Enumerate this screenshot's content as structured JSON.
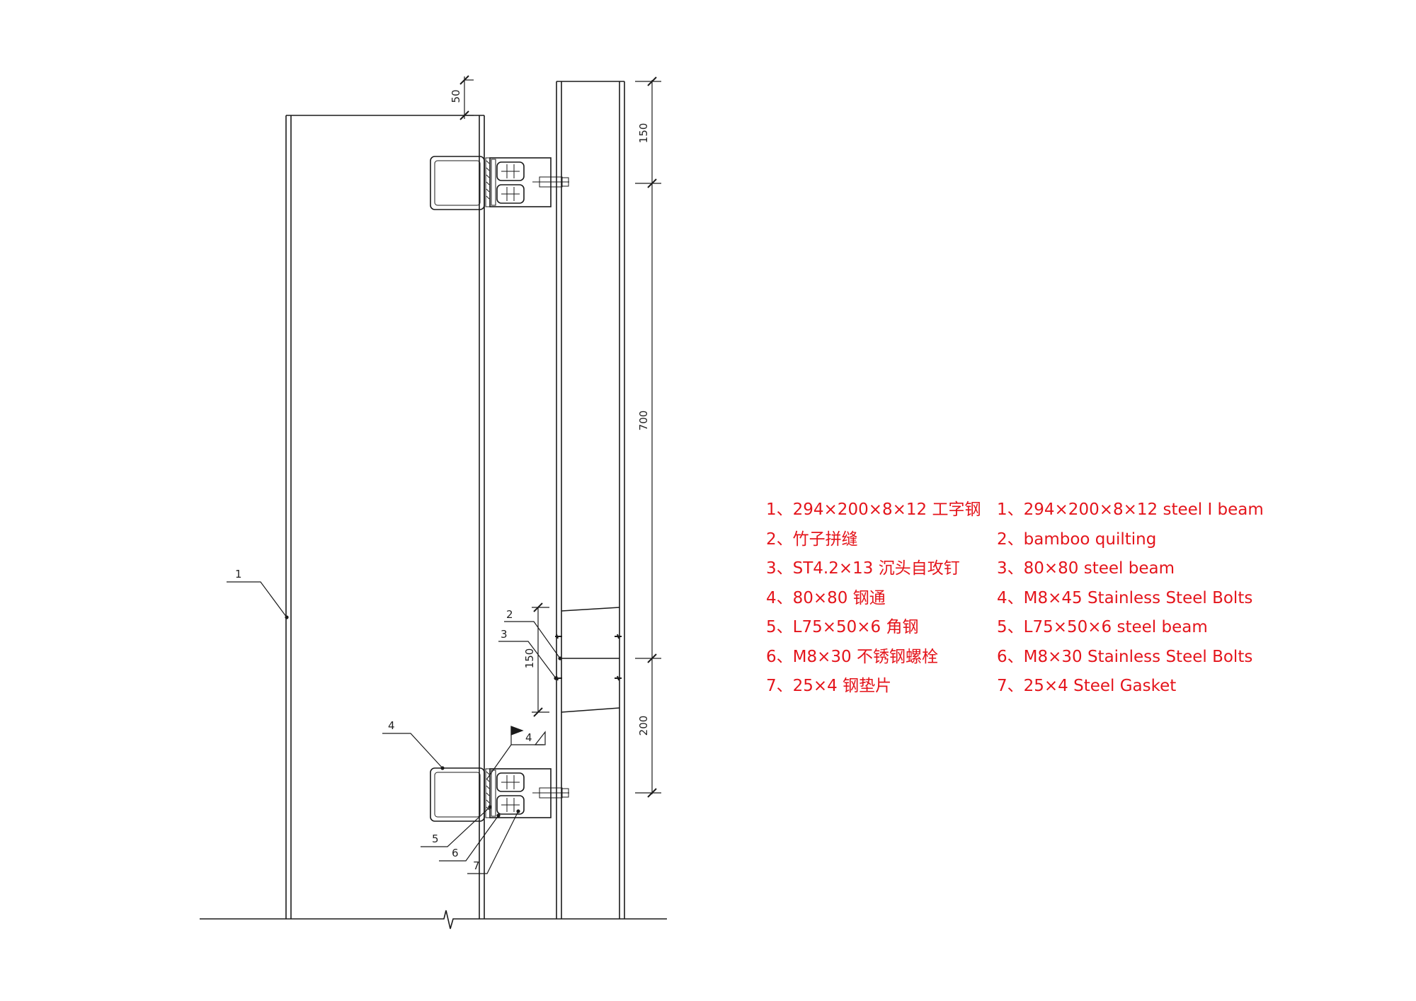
{
  "colors": {
    "line": "#1a1a1a",
    "legend": "#e4141b"
  },
  "dimensions": {
    "right": [
      {
        "label": "150"
      },
      {
        "label": "700"
      },
      {
        "label": "200"
      }
    ],
    "top_gap": "50",
    "joint_spacing": "150"
  },
  "callouts": [
    "1",
    "2",
    "3",
    "4",
    "5",
    "6",
    "7"
  ],
  "weld_symbol": "4",
  "legend": {
    "cn": [
      "1、294×200×8×12 工字钢",
      "2、竹子拼缝",
      "3、ST4.2×13 沉头自攻钉",
      "4、80×80 钢通",
      "5、L75×50×6 角钢",
      "6、M8×30 不锈钢螺栓",
      "7、25×4 钢垫片"
    ],
    "en": [
      "1、294×200×8×12 steel Ⅰ beam",
      "2、bamboo quilting",
      "3、80×80 steel beam",
      "4、M8×45 Stainless Steel Bolts",
      "5、L75×50×6 steel beam",
      "6、M8×30 Stainless Steel Bolts",
      "7、25×4 Steel Gasket"
    ]
  }
}
